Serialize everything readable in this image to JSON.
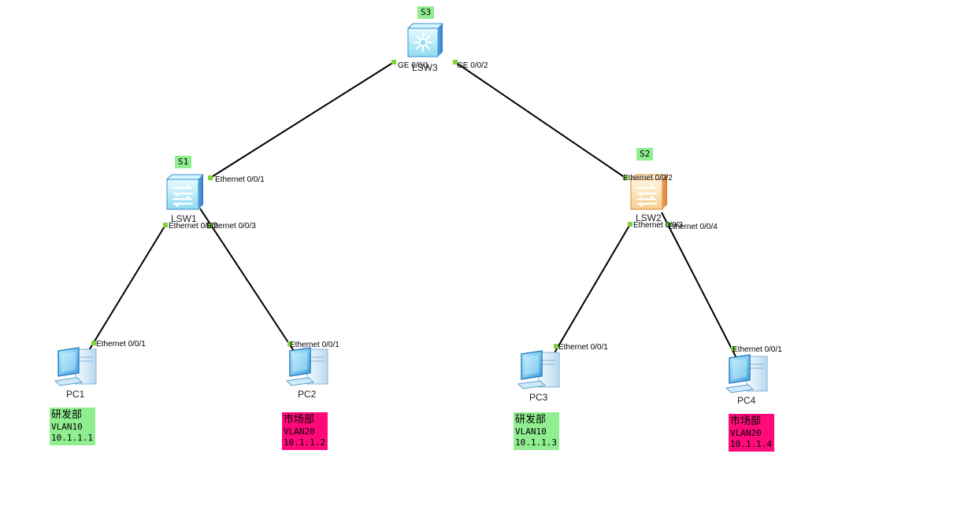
{
  "devices": {
    "lsw3": {
      "name": "LSW3",
      "tag": "S3",
      "kind": "core-switch"
    },
    "lsw1": {
      "name": "LSW1",
      "tag": "S1",
      "kind": "switch"
    },
    "lsw2": {
      "name": "LSW2",
      "tag": "S2",
      "kind": "switch"
    },
    "pc1": {
      "name": "PC1"
    },
    "pc2": {
      "name": "PC2"
    },
    "pc3": {
      "name": "PC3"
    },
    "pc4": {
      "name": "PC4"
    }
  },
  "ports": {
    "lsw3_ge1": "GE 0/0/1",
    "lsw3_ge2": "GE 0/0/2",
    "lsw1_e1": "Ethernet 0/0/1",
    "lsw1_e2": "Ethernet 0/0/2",
    "lsw1_e3": "Ethernet 0/0/3",
    "lsw2_e2": "Ethernet 0/0/2",
    "lsw2_e3": "Ethernet 0/0/3",
    "lsw2_e4": "Ethernet 0/0/4",
    "pc1_e1": "Ethernet 0/0/1",
    "pc2_e1": "Ethernet 0/0/1",
    "pc3_e1": "Ethernet 0/0/1",
    "pc4_e1": "Ethernet 0/0/1"
  },
  "notes": {
    "pc1": {
      "dept": "研发部",
      "vlan": "VLAN10",
      "ip": "10.1.1.1"
    },
    "pc2": {
      "dept": "市场部",
      "vlan": "VLAN20",
      "ip": "10.1.1.2"
    },
    "pc3": {
      "dept": "研发部",
      "vlan": "VLAN10",
      "ip": "10.1.1.3"
    },
    "pc4": {
      "dept": "市场部",
      "vlan": "VLAN20",
      "ip": "10.1.1.4"
    }
  },
  "colors": {
    "link": "#000000",
    "port_dot": "#7dd23c",
    "vlan10_note": "#90ee90",
    "vlan20_note": "#ff0a7a",
    "device_tag": "#90ee90"
  }
}
